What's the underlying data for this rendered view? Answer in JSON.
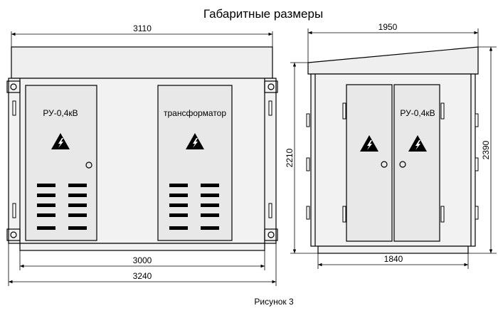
{
  "title": "Габаритные размеры",
  "caption": "Рисунок 3",
  "front_view": {
    "dim_top": "3110",
    "dim_inner": "3000",
    "dim_bottom": "3240",
    "left_door_label": "РУ-0,4кВ",
    "right_door_label": "трансформатор"
  },
  "side_view": {
    "dim_top": "1950",
    "dim_bottom": "1840",
    "dim_height_inner": "2210",
    "dim_height_total": "2390",
    "door_label": "РУ-0,4кВ"
  },
  "icons": [
    "high-voltage-warning-icon"
  ]
}
